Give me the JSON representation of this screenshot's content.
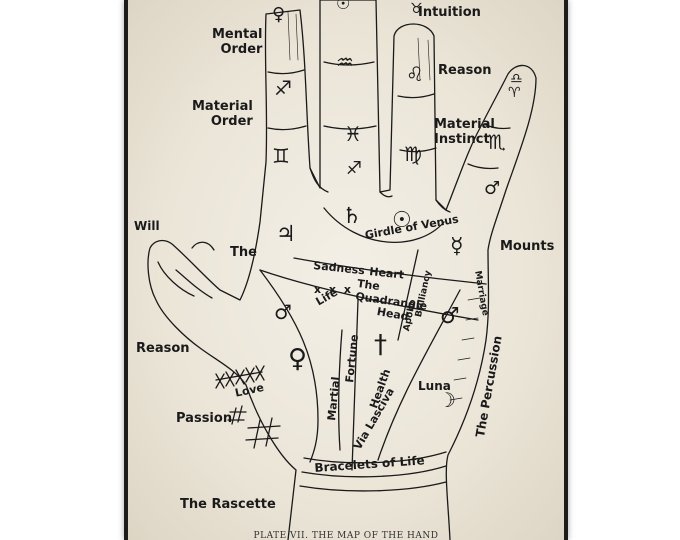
{
  "labels": {
    "intuition": "Intuition",
    "mental_order": "Mental\nOrder",
    "reason_top": "Reason",
    "material_order": "Material\nOrder",
    "material_instinct": "Material\nInstinct",
    "will": "Will",
    "the": "The",
    "mounts": "Mounts",
    "reason_left": "Reason",
    "passion": "Passion",
    "the_rascette": "The Rascette",
    "girdle_of_venus": "Girdle of Venus",
    "sadness": "Sadness",
    "heart": "Heart",
    "the_quadrangle": "The\nQuadrangle",
    "life": "Life",
    "head": "Head",
    "apollo": "Apollo",
    "brilliancy": "Brilliancy",
    "marriage": "Marriage",
    "fortune": "Fortune",
    "martial": "Martial",
    "health": "Health",
    "via_lasciva": "Via Lasciva",
    "luna": "Luna",
    "the_percussion": "The Percussion",
    "love": "Love",
    "bracelets_of_life": "Bracelets of Life",
    "cross_marks": "x x x",
    "caption": "PLATE VII. THE MAP OF THE HAND"
  },
  "symbols": {
    "sun_top": "☉",
    "venus_finger": "♀",
    "taurus": "♉",
    "aquarius": "♒",
    "leo": "♌",
    "sagittarius": "♐",
    "scorpio": "♏",
    "virgo": "♍",
    "pisces": "♓",
    "gemini": "♊",
    "mercury": "☿",
    "jupiter": "♃",
    "saturn": "♄",
    "sun_mount": "☉",
    "mars_left": "♂",
    "mars_right": "♂",
    "venus_mount": "♀",
    "dagger": "†",
    "moon": "☽",
    "pinky_top": "♎",
    "pinky_mid": "♈"
  },
  "colors": {
    "paper": "#ede7da",
    "ink": "#1a1a1a",
    "frame": "#1e1c1b"
  }
}
